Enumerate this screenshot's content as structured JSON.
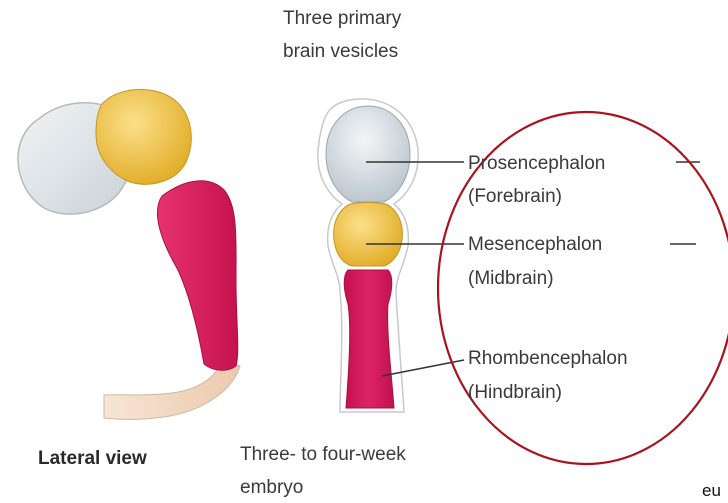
{
  "title": {
    "line1": "Three primary",
    "line2": "brain vesicles"
  },
  "labels": {
    "prosencephalon": "Prosencephalon",
    "forebrain": "(Forebrain)",
    "mesencephalon": "Mesencephalon",
    "midbrain": "(Midbrain)",
    "rhombencephalon": "Rhombencephalon",
    "hindbrain": "(Hindbrain)"
  },
  "captions": {
    "lateral_view": "Lateral view",
    "embryo_line1": "Three- to four-week",
    "embryo_line2": "embryo"
  },
  "cutoff_text": "eu",
  "colors": {
    "forebrain": "#d8dfe4",
    "midbrain": "#f2c23a",
    "hindbrain": "#d4185a",
    "spinal": "#f3dcc6",
    "outline": "#b9b9b9",
    "circle": "#a8141e",
    "leader": "#333333"
  }
}
